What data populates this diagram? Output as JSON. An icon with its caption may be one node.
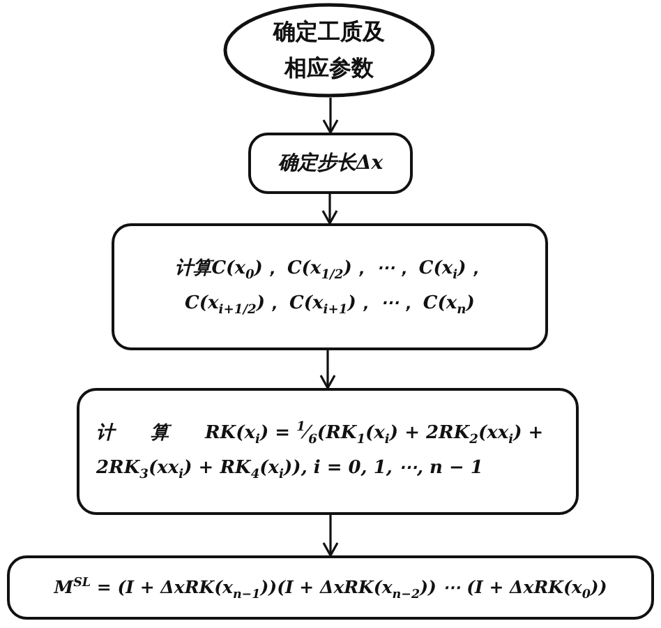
{
  "diagram": {
    "nodes": [
      {
        "text": [
          "确定工质及相应参数"
        ]
      },
      {
        "text": [
          "确定步长Δx"
        ]
      },
      {
        "text": [
          "计算C(x$_{0}$)， C(x$_{1/2}$)， ⋯， C(x$_{i}$)， C(x$_{i+1/2}$)， C(x$_{i+1}$)， ⋯， C(x$_{n}$)"
        ]
      },
      {
        "text": [
          "计　　算　　RK(x$_{i}$) = $^{1}$⁄$_{6}$(RK$_{1}$(x$_{i}$) + 2RK$_{2}$(xx$_{i}$) + 2RK$_{3}$(xx$_{i}$) + RK$_{4}$(x$_{i}$)), i = 0, 1, ⋯, n − 1"
        ]
      },
      {
        "text": [
          "M$^{SL}$ = (I + ΔxRK(x$_{n−1}$))(I + ΔxRK(x$_{n−2}$)) ⋯ (I + ΔxRK(x$_{0}$))"
        ]
      }
    ],
    "edges": [
      {
        "from": 0,
        "to": 1,
        "arrow": "to"
      },
      {
        "from": 1,
        "to": 2,
        "arrow": "to"
      },
      {
        "from": 2,
        "to": 3,
        "arrow": "to"
      },
      {
        "from": 3,
        "to": 4,
        "arrow": "to"
      }
    ]
  }
}
